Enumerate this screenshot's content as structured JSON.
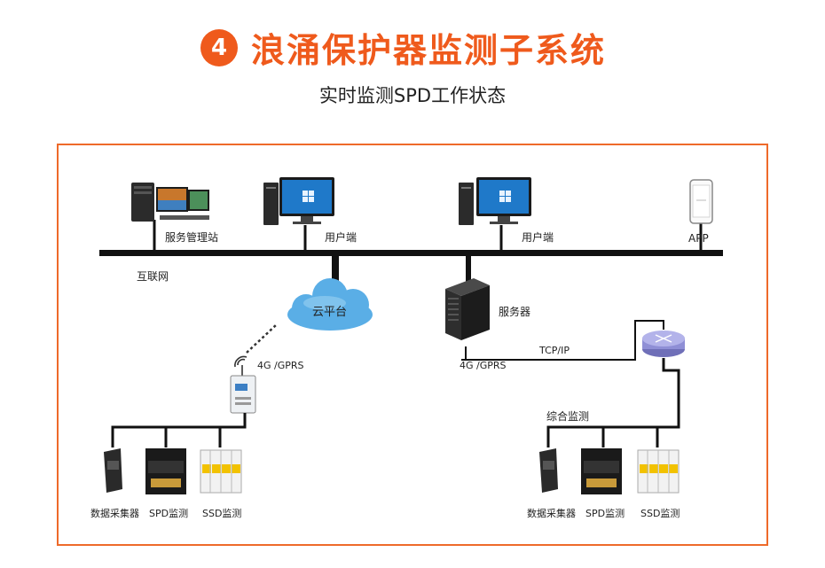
{
  "header": {
    "number": "4",
    "title": "浪涌保护器监测子系统",
    "subtitle": "实时监测SPD工作状态"
  },
  "colors": {
    "accent": "#ef5a1c",
    "frame": "#ee6a2a",
    "line": "#111111",
    "cloud": "#5aaee6",
    "router": "#8f8fd6"
  },
  "diagram": {
    "top_nodes": {
      "management": "服务管理站",
      "user1": "用户端",
      "user2": "用户端",
      "app": "APP"
    },
    "internet": "互联网",
    "cloud": "云平台",
    "server": "服务器",
    "left_link": "4G /GPRS",
    "right_link": "4G /GPRS",
    "tcpip": "TCP/IP",
    "monitor_group": "综合监测",
    "left_devices": [
      "数据采集器",
      "SPD监测",
      "SSD监测"
    ],
    "right_devices": [
      "数据采集器",
      "SPD监测",
      "SSD监测"
    ]
  }
}
